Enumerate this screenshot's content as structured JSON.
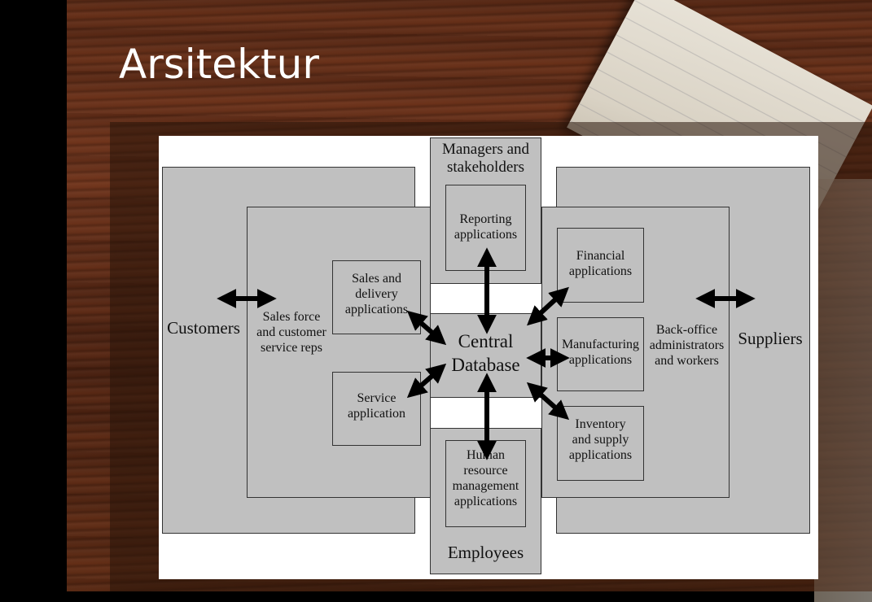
{
  "slide": {
    "title": "Arsitektur"
  },
  "diagram": {
    "customers": "Customers",
    "suppliers": "Suppliers",
    "sales_force": "Sales force\nand customer\nservice reps",
    "back_office": "Back-office\nadministrators\nand workers",
    "managers": "Managers and\nstakeholders",
    "employees": "Employees",
    "central_db": "Central\nDatabase",
    "reporting": "Reporting\napplications",
    "sales_delivery": "Sales and\ndelivery\napplications",
    "service": "Service\napplication",
    "financial": "Financial\napplications",
    "manufacturing": "Manufacturing\napplications",
    "inventory": "Inventory\nand supply\napplications",
    "human_resource": "Human\nresource\nmanagement\napplications"
  }
}
